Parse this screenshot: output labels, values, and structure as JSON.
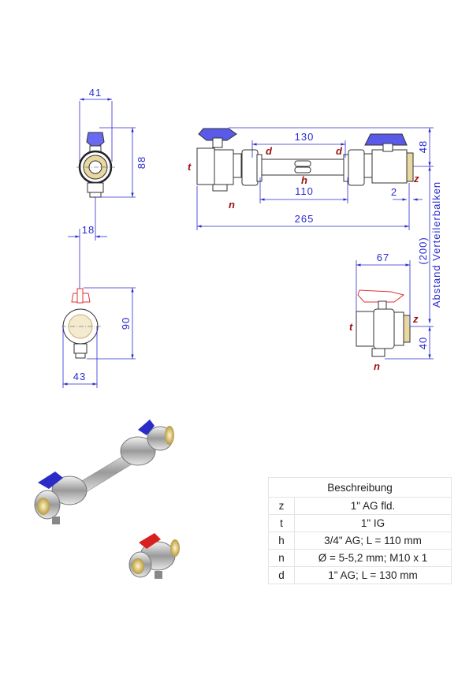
{
  "dimensions": {
    "side_top_width": "41",
    "side_top_height": "88",
    "side_offset": "18",
    "side_bottom_height": "90",
    "side_bottom_width": "43",
    "pipe_length_outer": "130",
    "pipe_length_inner": "110",
    "total_length": "265",
    "handle_height": "48",
    "flange_gap": "2",
    "spacing": "(200)",
    "spacing_label": "Abstand Verteilerbalken",
    "single_valve_width": "67",
    "single_valve_drop": "40"
  },
  "callouts": {
    "z": "z",
    "t": "t",
    "h": "h",
    "n": "n",
    "d": "d"
  },
  "colors": {
    "dimension": "#2a2ad0",
    "callout": "#9a1010",
    "handle_blue": "#4a4ae0",
    "handle_red": "#e03030",
    "brass": "#e8d9a0"
  },
  "table": {
    "header": "Beschreibung",
    "rows": [
      {
        "key": "z",
        "value": "1\" AG fld."
      },
      {
        "key": "t",
        "value": "1\" IG"
      },
      {
        "key": "h",
        "value": "3/4\" AG; L = 110 mm"
      },
      {
        "key": "n",
        "value": "Ø = 5-5,2 mm; M10 x 1"
      },
      {
        "key": "d",
        "value": "1\" AG; L = 130 mm"
      }
    ]
  }
}
